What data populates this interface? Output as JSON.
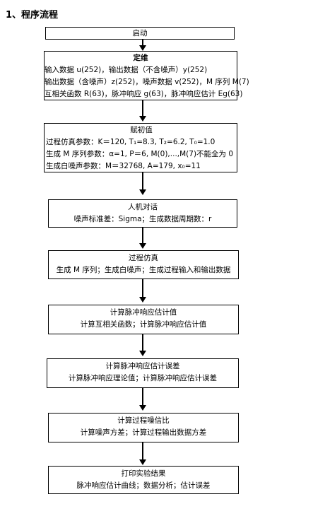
{
  "heading": "1、程序流程",
  "start": {
    "label": "启动"
  },
  "define": {
    "title": "定维",
    "lines": [
      "输入数据 u(252)，输出数据（不含噪声）y(252)",
      "输出数据（含噪声）z(252)，噪声数据 v(252)，M 序列 M(7)",
      "互相关函数 R(63)，脉冲响应 g(63)，脉冲响应估计 Eg(63)"
    ]
  },
  "init": {
    "title": "赋初值",
    "lines": [
      "过程仿真参数：K＝120, T₁=8.3, T₂=6.2, T₀=1.0",
      "生成 M 序列参数：α=1, P＝6, M(0),...,M(7)不能全为 0",
      "生成白噪声参数：M＝32768, A=179, x₀=11"
    ]
  },
  "dialog": {
    "title": "人机对话",
    "line": "噪声标准差：Sigma；生成数据周期数：r"
  },
  "simulate": {
    "title": "过程仿真",
    "line": "生成 M 序列；生成白噪声；生成过程输入和输出数据"
  },
  "estimate": {
    "title": "计算脉冲响应估计值",
    "line": "计算互相关函数；计算脉冲响应估计值"
  },
  "error": {
    "title": "计算脉冲响应估计误差",
    "line": "计算脉冲响应理论值；计算脉冲响应估计误差"
  },
  "snr": {
    "title": "计算过程噪信比",
    "line": "计算噪声方差；计算过程输出数据方差"
  },
  "print": {
    "title": "打印实验结果",
    "line": "脉冲响应估计曲线；数据分析；估计误差"
  }
}
